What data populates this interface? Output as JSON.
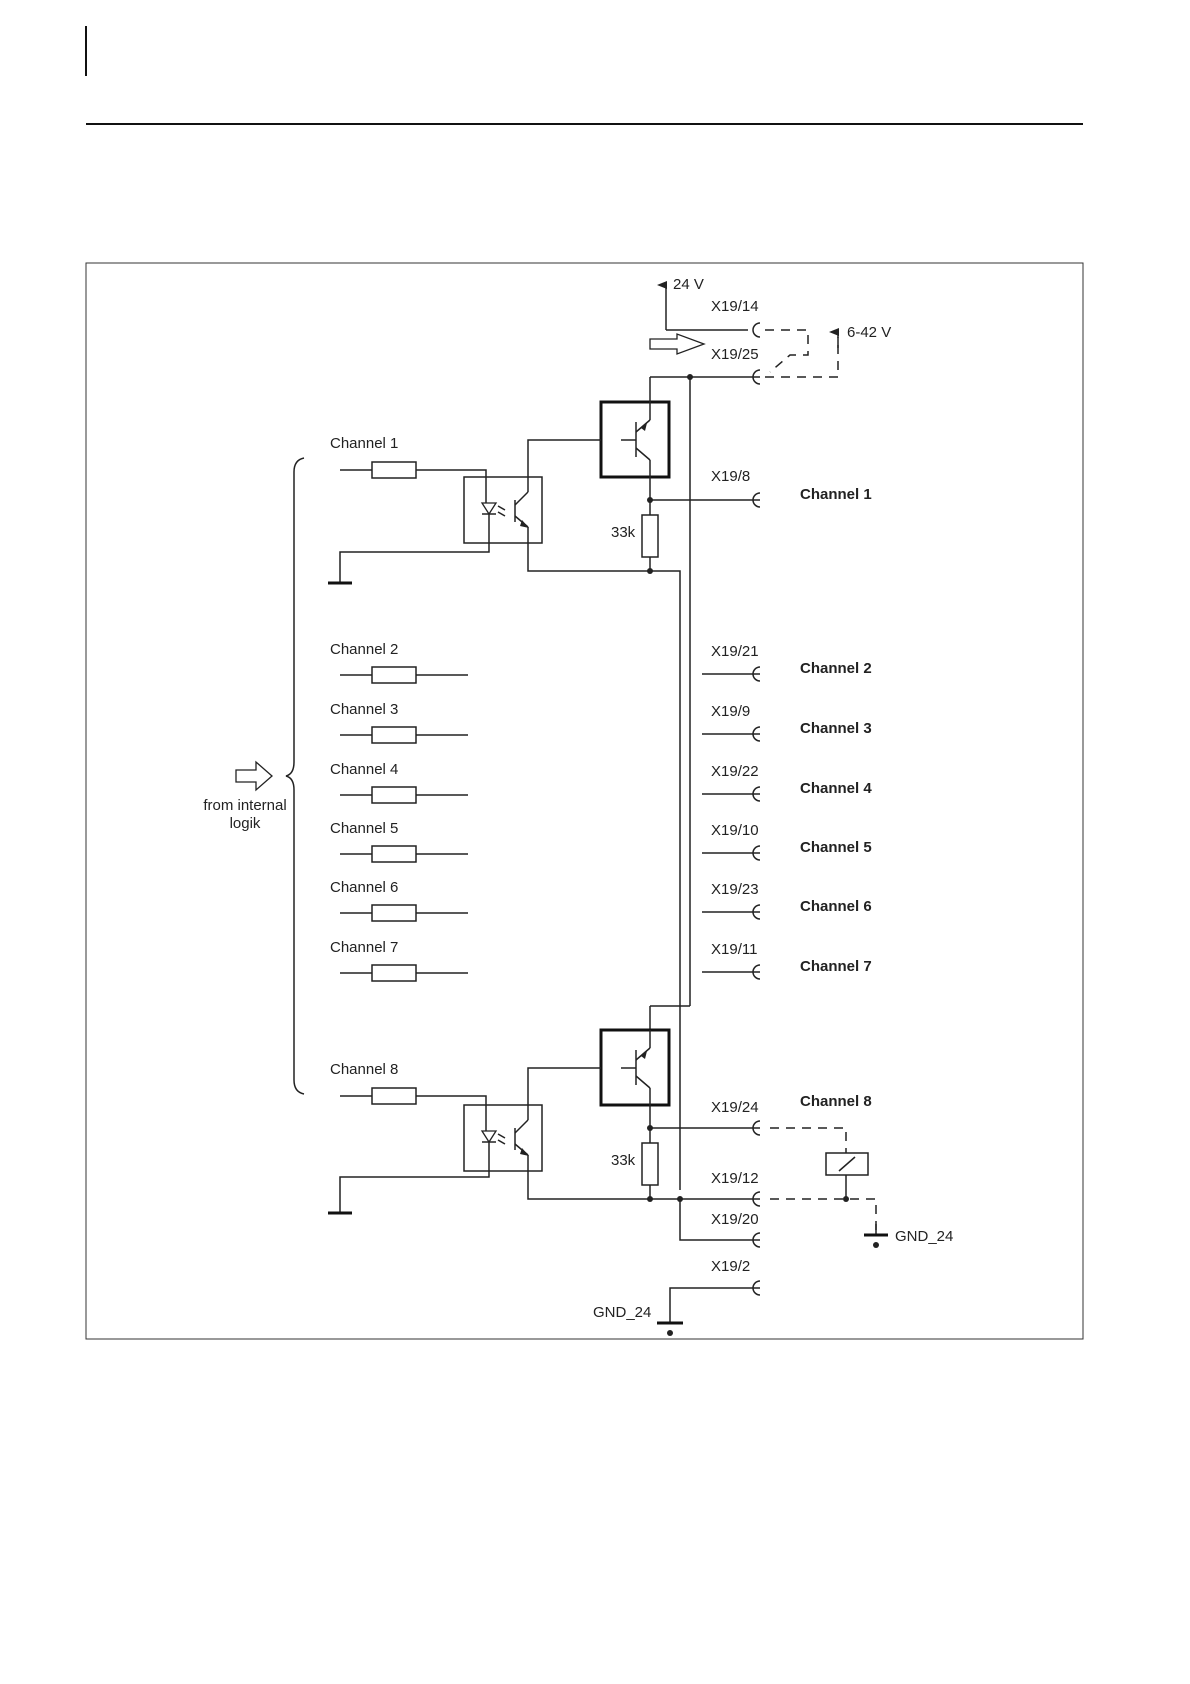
{
  "diagram": {
    "input_channels": [
      {
        "label": "Channel  1"
      },
      {
        "label": "Channel  2"
      },
      {
        "label": "Channel  3"
      },
      {
        "label": "Channel  4"
      },
      {
        "label": "Channel  5"
      },
      {
        "label": "Channel  6"
      },
      {
        "label": "Channel  7"
      },
      {
        "label": "Channel  8"
      }
    ],
    "source_label_line1": "from internal",
    "source_label_line2": "logik",
    "supply_24v": "24 V",
    "supply_external": "6-42 V",
    "resistor_value": "33k",
    "ground_label": "GND_24",
    "pins": {
      "x19_14": "X19/14",
      "x19_25": "X19/25",
      "x19_8": "X19/8",
      "x19_21": "X19/21",
      "x19_9": "X19/9",
      "x19_22": "X19/22",
      "x19_10": "X19/10",
      "x19_23": "X19/23",
      "x19_11": "X19/11",
      "x19_24": "X19/24",
      "x19_12": "X19/12",
      "x19_20": "X19/20",
      "x19_2": "X19/2"
    },
    "output_channels": [
      {
        "label": "Channel 1"
      },
      {
        "label": "Channel 2"
      },
      {
        "label": "Channel 3"
      },
      {
        "label": "Channel 4"
      },
      {
        "label": "Channel 5"
      },
      {
        "label": "Channel 6"
      },
      {
        "label": "Channel 7"
      },
      {
        "label": "Channel 8"
      }
    ]
  }
}
